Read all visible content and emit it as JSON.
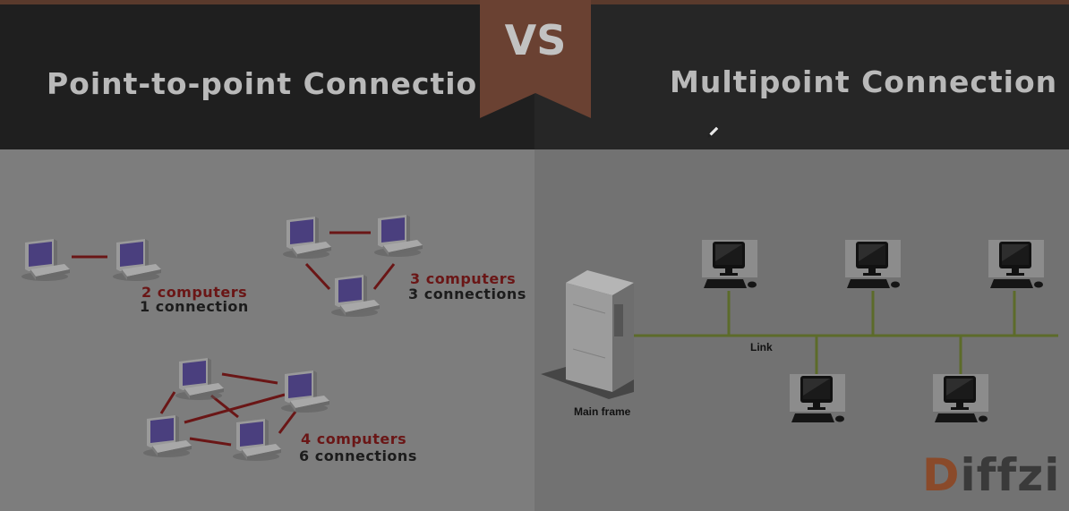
{
  "header": {
    "left_title": "Point-to-point Connection",
    "vs": "VS",
    "right_title": "Multipoint Connection"
  },
  "point_to_point": {
    "group_two": {
      "count": "2 computers",
      "connections": "1 connection"
    },
    "group_three": {
      "count": "3 computers",
      "connections": "3 connections"
    },
    "group_four": {
      "count": "4 computers",
      "connections": "6 connections"
    }
  },
  "multipoint": {
    "mainframe_label": "Main frame",
    "link_label": "Link"
  },
  "logo": {
    "first": "D",
    "rest": "iffzi"
  },
  "colors": {
    "header_bg": "#1f1f1f",
    "vs_ribbon": "#6a4132",
    "left_pane": "#7d7d7d",
    "right_pane": "#727272",
    "p2p_link": "#6a1616",
    "bus_link": "#5c6b2a",
    "count_text": "#6a1616",
    "logo_accent": "#8a4a2a"
  },
  "icons": [
    "desktop-computer-icon",
    "workstation-icon",
    "mainframe-server-icon",
    "pencil-cursor-icon"
  ]
}
